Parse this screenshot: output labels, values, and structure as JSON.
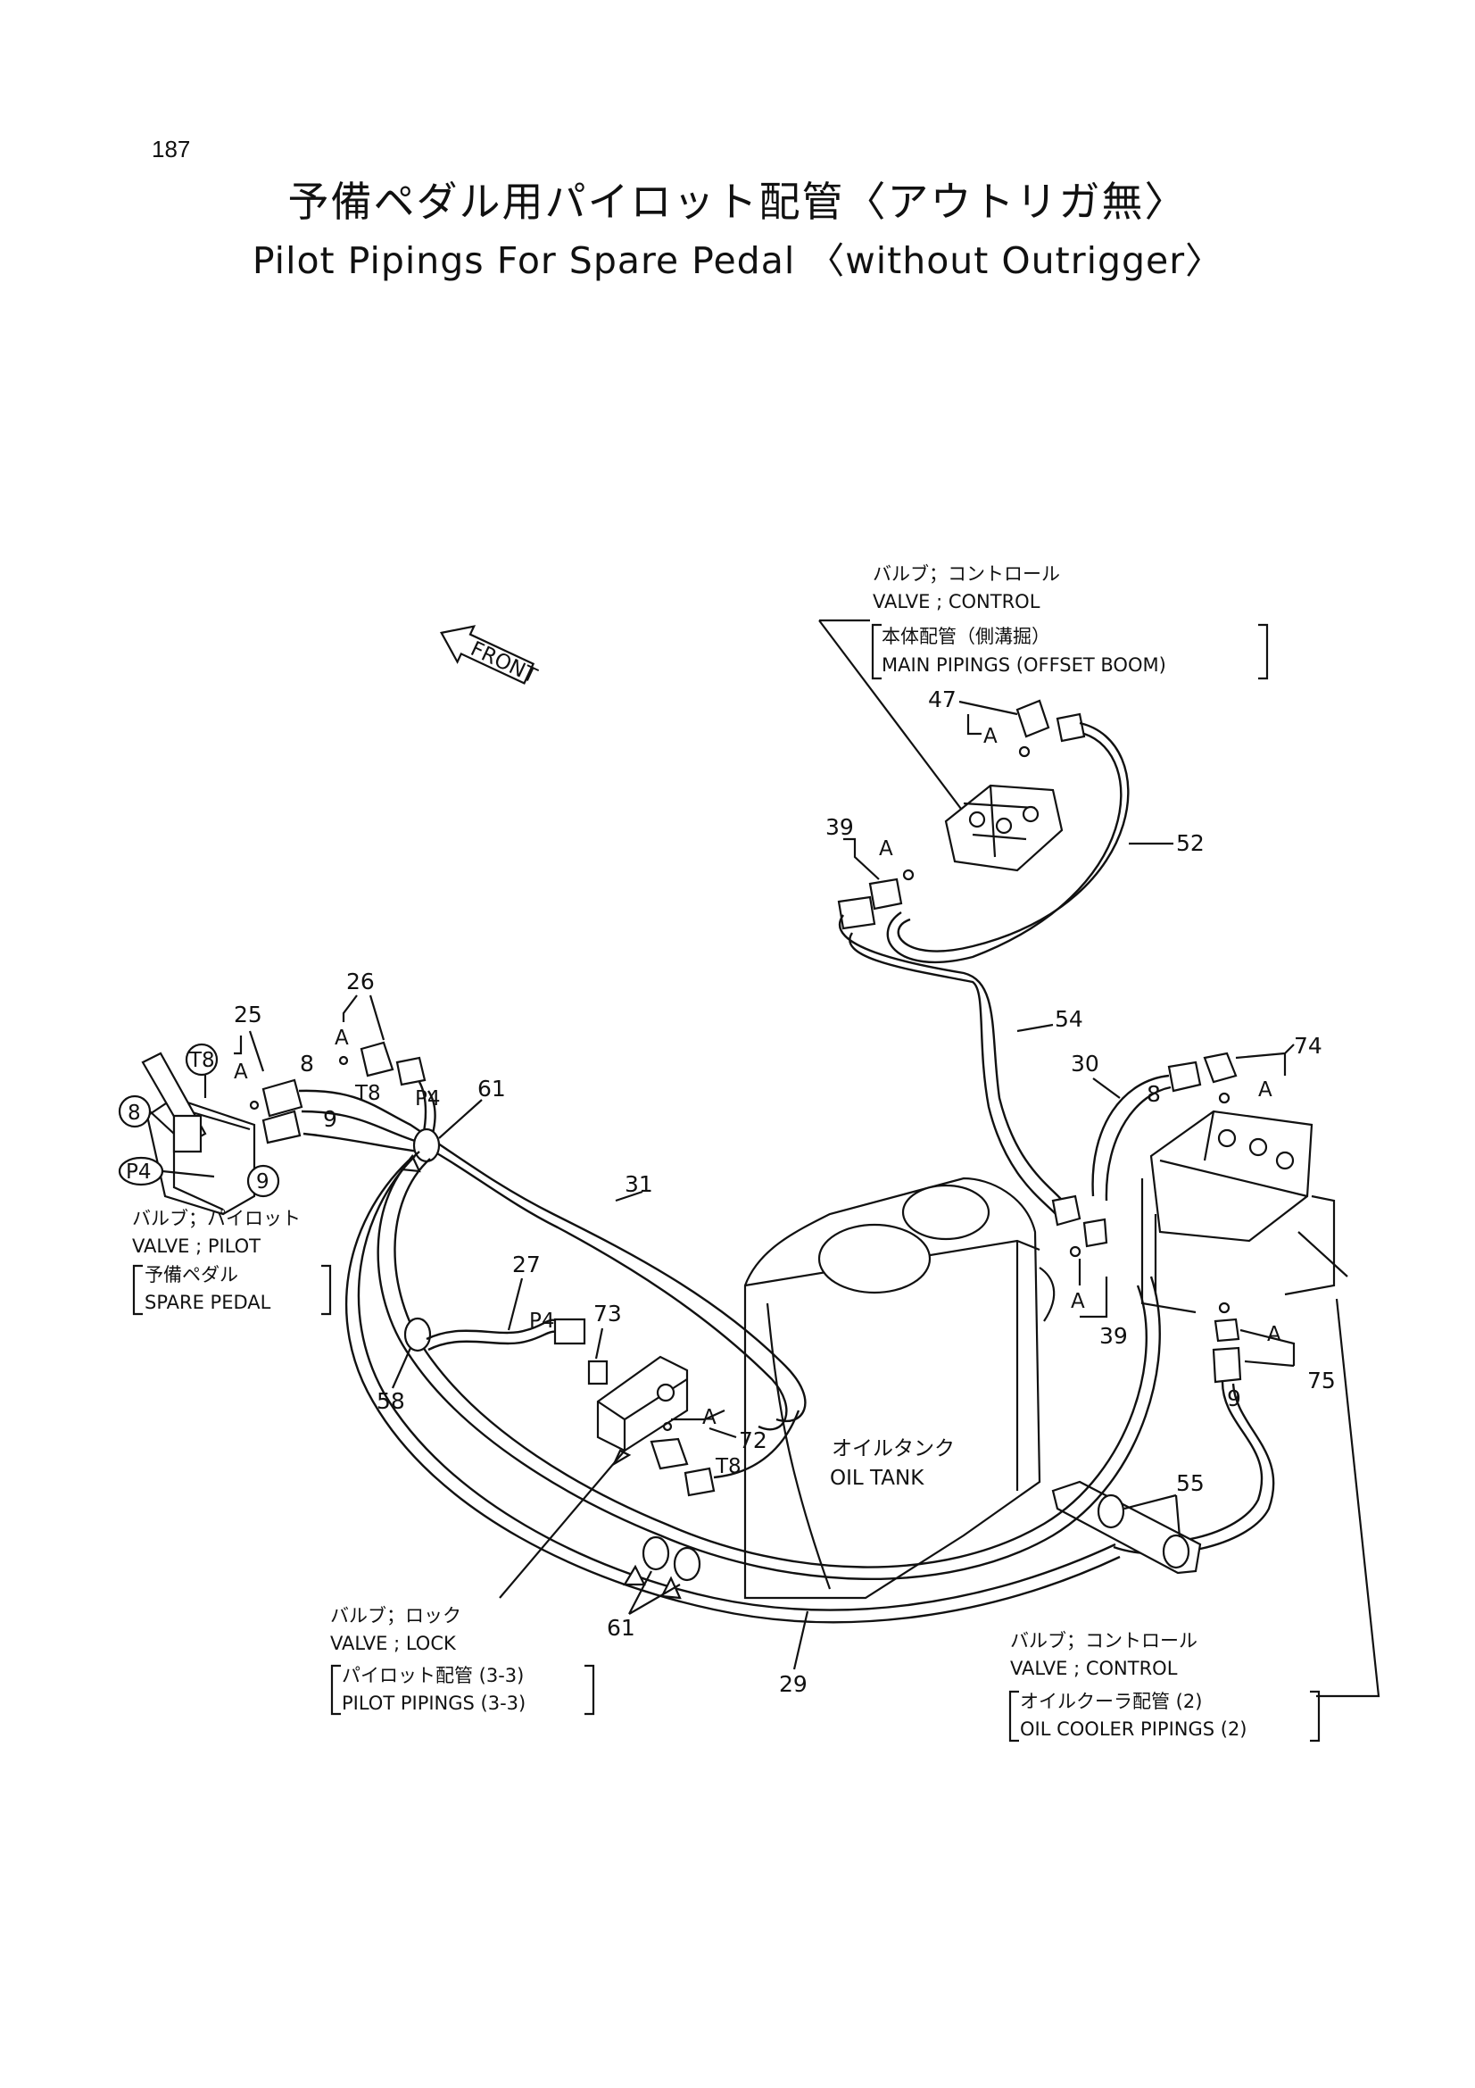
{
  "page_number": "187",
  "title_jp": "予備ペダル用パイロット配管〈アウトリガ無〉",
  "title_en": "Pilot Pipings For Spare Pedal 〈without Outrigger〉",
  "front_label": "FRONT",
  "components": {
    "valve_control_top": {
      "jp": "バルブ；コントロール",
      "en": "VALVE ; CONTROL",
      "ref_jp": "本体配管（側溝掘）",
      "ref_en": "MAIN PIPINGS (OFFSET BOOM)"
    },
    "valve_pilot": {
      "jp": "バルブ；パイロット",
      "en": "VALVE ; PILOT",
      "ref_jp": "予備ペダル",
      "ref_en": "SPARE PEDAL"
    },
    "valve_lock": {
      "jp": "バルブ；ロック",
      "en": "VALVE ; LOCK",
      "ref_jp": "パイロット配管 (3-3)",
      "ref_en": "PILOT PIPINGS (3-3)"
    },
    "oil_tank": {
      "jp": "オイルタンク",
      "en": "OIL TANK"
    },
    "valve_control_bottom": {
      "jp": "バルブ；コントロール",
      "en": "VALVE ; CONTROL",
      "ref_jp": "オイルクーラ配管 (2)",
      "ref_en": "OIL COOLER PIPINGS (2)"
    }
  },
  "callouts": {
    "c47": "47",
    "c39a": "39",
    "c52": "52",
    "c54": "54",
    "c26": "26",
    "c25": "25",
    "c8a": "8",
    "c9a": "9",
    "c61a": "61",
    "c31": "31",
    "c27": "27",
    "c73": "73",
    "c72": "72",
    "c58": "58",
    "c61b": "61",
    "c29": "29",
    "c30": "30",
    "c8b": "8",
    "c74": "74",
    "c39b": "39",
    "c75": "75",
    "c9b": "9",
    "c55": "55",
    "port_t8_a": "T8",
    "port_t8_b": "T8",
    "port_t8_c": "T8",
    "port_p4_a": "P4",
    "port_p4_b": "P4",
    "port_p4_c": "P4",
    "circle_8": "8",
    "circle_9": "9",
    "detail_a": "A"
  }
}
